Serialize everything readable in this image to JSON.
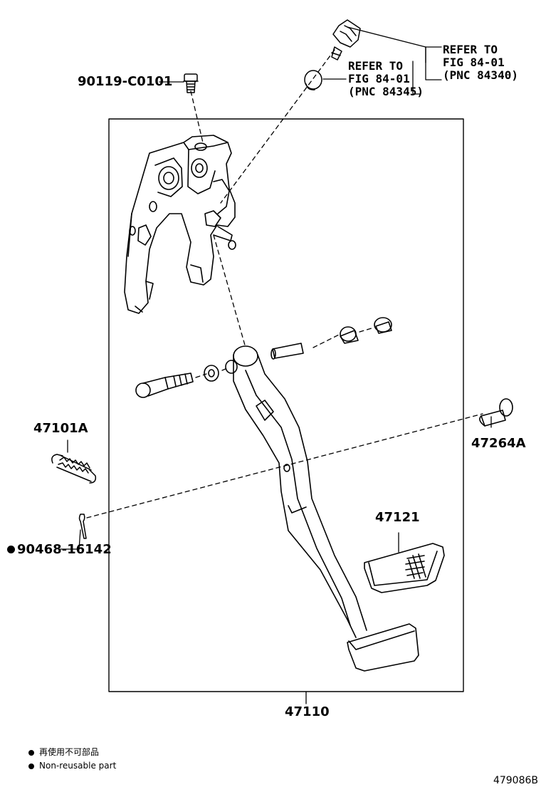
{
  "callouts": {
    "bolt": "90119-C0101",
    "spring": "47101A",
    "pin": "47264A",
    "clip": "90468-16142",
    "pedal_pad": "47121",
    "pedal_assembly": "47110"
  },
  "refs": {
    "stop_lamp_switch": {
      "line1": "REFER TO",
      "line2": "FIG 84-01",
      "line3": "(PNC 84340)"
    },
    "cushion": {
      "line1": "REFER TO",
      "line2": "FIG 84-01",
      "line3": "(PNC 84345)"
    }
  },
  "legend": {
    "line_cn": "再使用不可部品",
    "line_en": "Non-reusable part"
  },
  "figure_number": "479086B",
  "colors": {
    "ink": "#000000",
    "background": "#ffffff"
  }
}
